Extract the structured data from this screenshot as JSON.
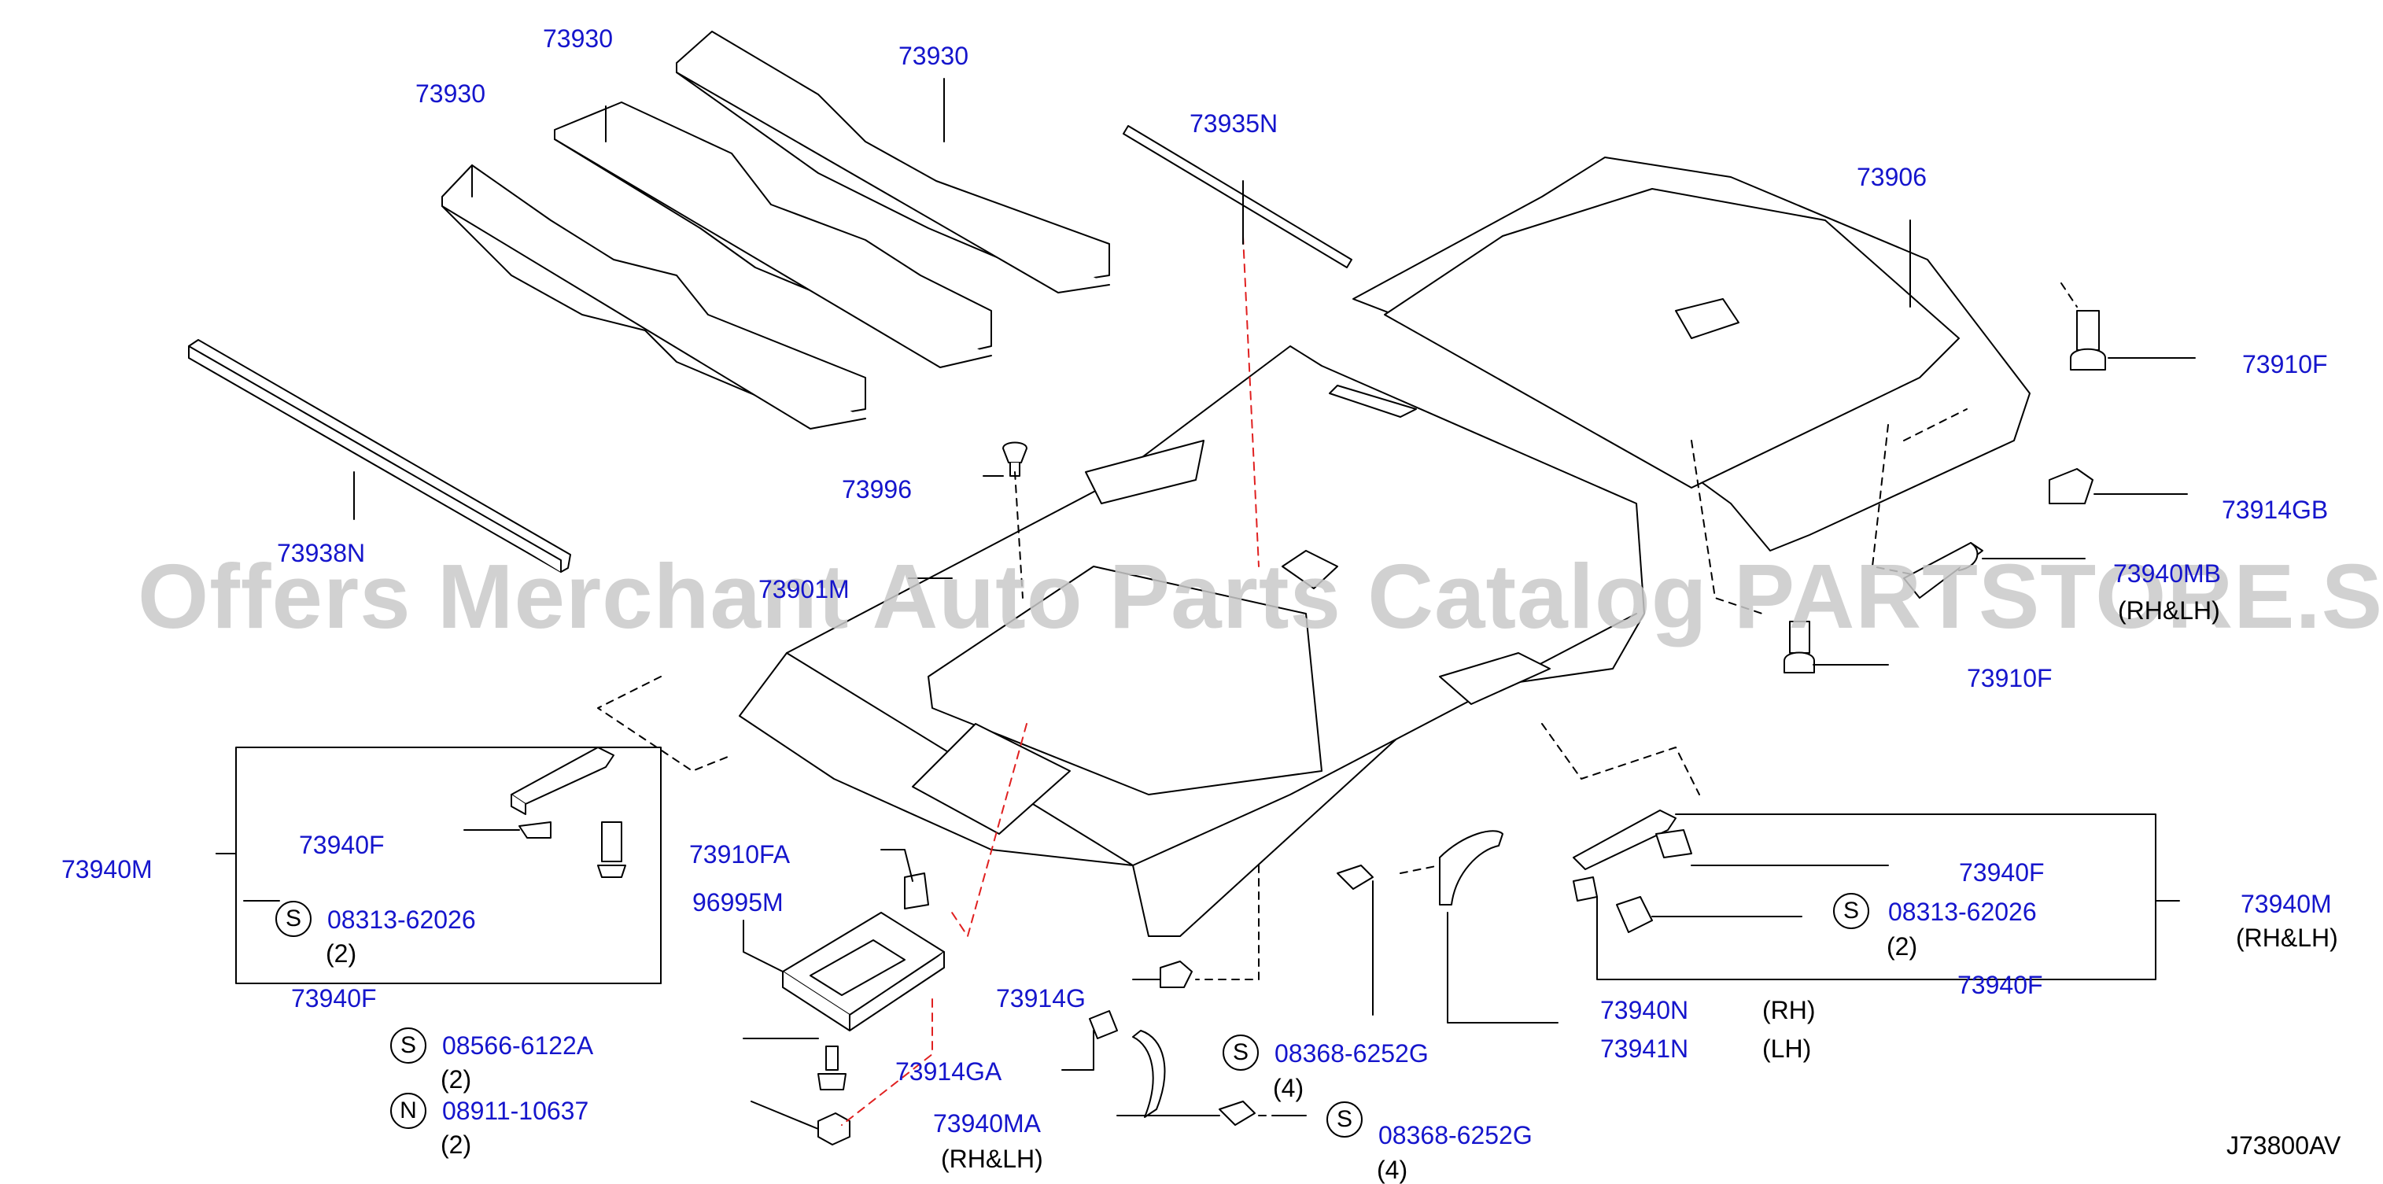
{
  "diagram": {
    "code": "J73800AV",
    "watermark": "Offers Merchant Auto Parts Catalog PARTSTORE.SA",
    "colors": {
      "label": "#1515cc",
      "line": "#000000",
      "dashed_red": "#e02020",
      "watermark": "#c9c9c9"
    },
    "parts": {
      "p73930_a": "73930",
      "p73930_b": "73930",
      "p73930_c": "73930",
      "p73935N": "73935N",
      "p73906": "73906",
      "p73910F_top": "73910F",
      "p73914GB": "73914GB",
      "p73940MB": "73940MB",
      "p73940MB_side": "(RH&LH)",
      "p73910F_mid": "73910F",
      "p73938N": "73938N",
      "p73996": "73996",
      "p73901M": "73901M",
      "p73940M_left": "73940M",
      "p73940F_l1": "73940F",
      "p08313_l": "08313-62026",
      "p08313_l_qty": "(2)",
      "p73940F_l2": "73940F",
      "p08566": "08566-6122A",
      "p08566_qty": "(2)",
      "p08911": "08911-10637",
      "p08911_qty": "(2)",
      "p73910FA": "73910FA",
      "p96995M": "96995M",
      "p73914G": "73914G",
      "p73914GA": "73914GA",
      "p73940MA": "73940MA",
      "p73940MA_side": "(RH&LH)",
      "p08368_a": "08368-6252G",
      "p08368_a_qty": "(4)",
      "p08368_b": "08368-6252G",
      "p08368_b_qty": "(4)",
      "p73940N": "73940N",
      "p73940N_side": "(RH)",
      "p73941N": "73941N",
      "p73941N_side": "(LH)",
      "p73940F_r1": "73940F",
      "p08313_r": "08313-62026",
      "p08313_r_qty": "(2)",
      "p73940F_r2": "73940F",
      "p73940M_right": "73940M",
      "p73940M_right_side": "(RH&LH)"
    },
    "symbols": {
      "s": "S",
      "n": "N"
    }
  }
}
